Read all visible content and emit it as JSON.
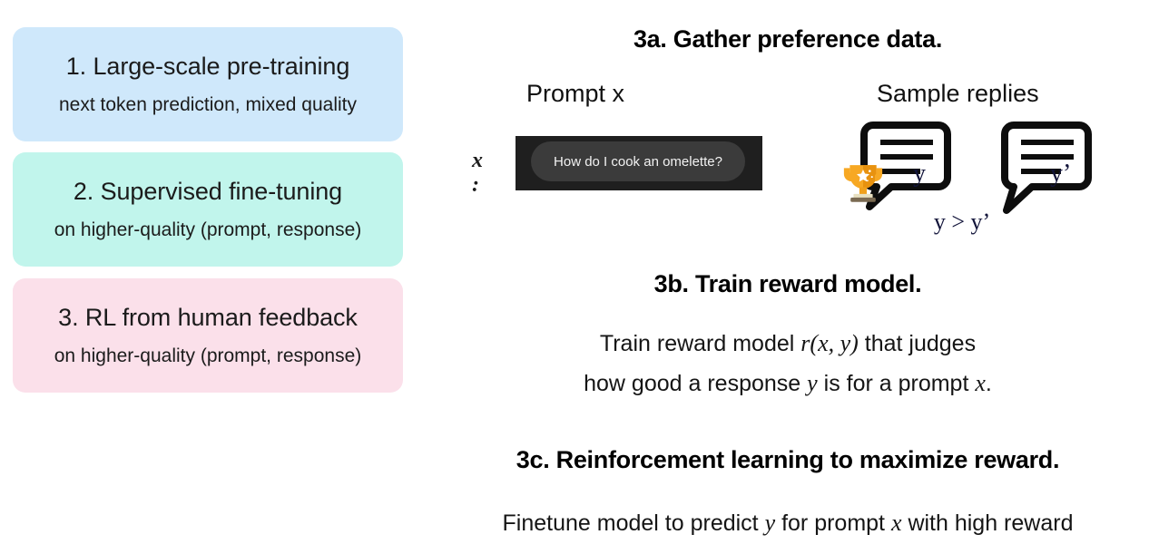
{
  "stages": [
    {
      "title": "1. Large-scale pre-training",
      "subtitle": "next token prediction, mixed quality",
      "color": "#cfe8fb"
    },
    {
      "title": "2. Supervised fine-tuning",
      "subtitle": "on higher-quality (prompt, response)",
      "color": "#c1f5ec"
    },
    {
      "title": "3. RL from human feedback",
      "subtitle": "on higher-quality (prompt, response)",
      "color": "#fbe0ea"
    }
  ],
  "sections": {
    "a": {
      "heading": "3a. Gather preference data.",
      "prompt_label": "Prompt x",
      "replies_label": "Sample replies",
      "prompt_variable": "x :",
      "prompt_text": "How do I cook an omelette?",
      "reply_one_label": "y",
      "reply_two_label": "y’",
      "preference_relation": "y > y’",
      "chat_window_color": "#1f1f1f",
      "chat_bubble_color": "#3b3b3b",
      "trophy_color": "#f5a623"
    },
    "b": {
      "heading": "3b. Train reward model.",
      "line1_pre": "Train reward model ",
      "line1_math_r": "r",
      "line1_paren_open": "(",
      "line1_math_x": "x",
      "line1_comma": ", ",
      "line1_math_y": "y",
      "line1_paren_close": ")",
      "line1_post": " that judges",
      "line2_pre": "how good a response ",
      "line2_math_y": "y",
      "line2_mid": " is for a prompt ",
      "line2_math_x": "x",
      "line2_post": "."
    },
    "c": {
      "heading": "3c. Reinforcement learning to maximize reward.",
      "line1_pre": "Finetune model to predict ",
      "line1_math_y": "y",
      "line1_mid": " for prompt ",
      "line1_math_x": "x",
      "line1_post": " with high reward"
    }
  }
}
